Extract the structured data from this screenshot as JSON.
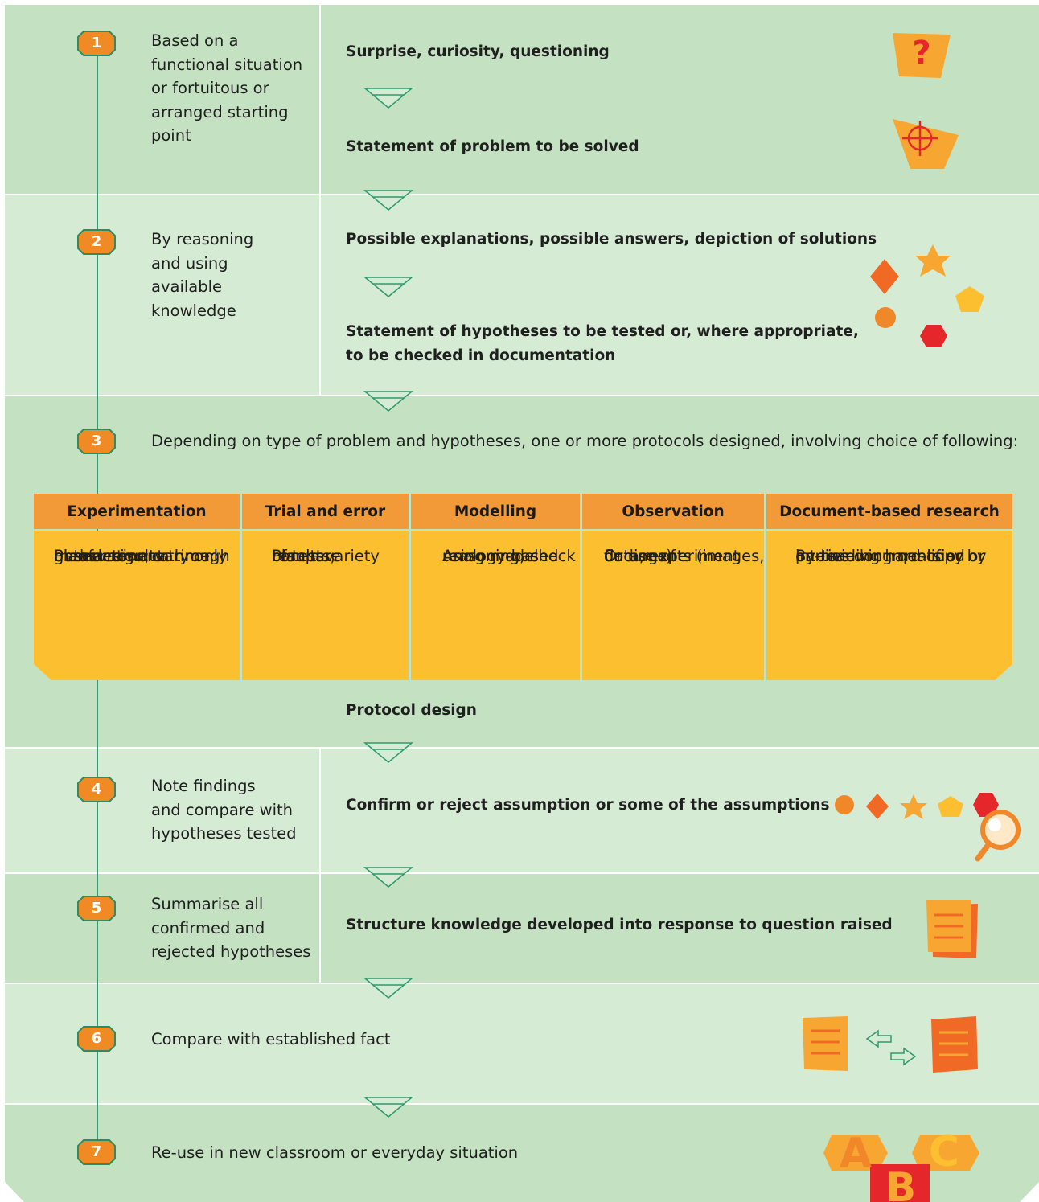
{
  "steps": [
    {
      "number": "1",
      "lines": [
        "Based on a",
        "functional situation",
        "or fortuitous or",
        "arranged starting",
        "point"
      ],
      "outcomes": [
        "Surprise, curiosity, questioning",
        "Statement of problem to be solved"
      ]
    },
    {
      "number": "2",
      "lines": [
        "By reasoning",
        "and using",
        "available",
        "knowledge"
      ],
      "outcomes": [
        "Possible explanations, possible answers, depiction of solutions",
        "Statement of hypotheses to be tested or, where appropriate,",
        "to be checked in documentation"
      ]
    },
    {
      "number": "3",
      "lines": [
        "Depending on type of problem and hypotheses, one or more protocols designed, involving choice of following:"
      ],
      "outcomes": [
        "Protocol design"
      ]
    },
    {
      "number": "4",
      "lines": [
        "Note findings",
        "and compare with",
        "hypotheses tested"
      ],
      "outcomes": [
        "Confirm or reject assumption or some of the assumptions"
      ]
    },
    {
      "number": "5",
      "lines": [
        "Summarise all",
        "confirmed and",
        "rejected hypotheses"
      ],
      "outcomes": [
        "Structure knowledge developed into response to question raised"
      ]
    },
    {
      "number": "6",
      "lines": [
        "Compare with established fact"
      ],
      "outcomes": []
    },
    {
      "number": "7",
      "lines": [
        "Re-use in new classroom or everyday situation"
      ],
      "outcomes": []
    }
  ],
  "protocols": [
    {
      "title": "Experimentation",
      "lines": [
        "Plan design; vary only",
        "one factor at a time;",
        "gather results through",
        "observation or",
        "measurement"
      ]
    },
    {
      "title": "Trial and error",
      "lines": [
        "Plan a variety",
        "of tests;",
        "compare",
        "results"
      ]
    },
    {
      "title": "Modelling",
      "lines": [
        "Analogy-based",
        "reasoning, check",
        "using model"
      ]
    },
    {
      "title": "Observation",
      "lines": [
        "Or use of",
        "documents (images,",
        "data, experiment",
        "findings)"
      ]
    },
    {
      "title": "Document-based research",
      "lines": [
        "By reading hard-copy or",
        "on-line documents or by",
        "interviewing qualified",
        "parties"
      ]
    }
  ],
  "icons": {
    "question_mark": "?",
    "abc": [
      "A",
      "B",
      "C"
    ]
  },
  "colors": {
    "band_dark": "#c4e2c2",
    "band_light": "#d6ebd4",
    "timeline": "#3a9a78",
    "badge_fill": "#f08a24",
    "header_orange": "#f29a38",
    "cell_yellow": "#fbbf2f",
    "icon_orange": "#f7a631",
    "icon_red": "#e5262b",
    "icon_dark_orange": "#f06a25"
  }
}
